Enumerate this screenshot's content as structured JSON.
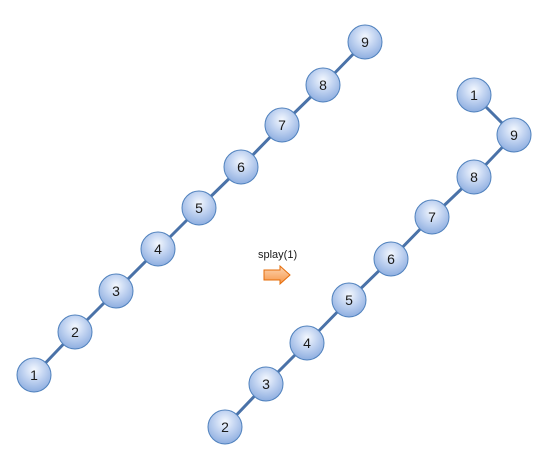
{
  "operation": {
    "label": "splay(1)",
    "arrow_color": "#f79646"
  },
  "colors": {
    "node_fill_light": "#e9f0fb",
    "node_fill_dark": "#8eaee0",
    "node_stroke": "#4f81bd",
    "edge": "#4a72a8"
  },
  "trees": [
    {
      "name": "before",
      "nodes": [
        {
          "id": "b9",
          "label": "9"
        },
        {
          "id": "b8",
          "label": "8"
        },
        {
          "id": "b7",
          "label": "7"
        },
        {
          "id": "b6",
          "label": "6"
        },
        {
          "id": "b5",
          "label": "5"
        },
        {
          "id": "b4",
          "label": "4"
        },
        {
          "id": "b3",
          "label": "3"
        },
        {
          "id": "b2",
          "label": "2"
        },
        {
          "id": "b1",
          "label": "1"
        }
      ],
      "edges": [
        [
          "b9",
          "b8"
        ],
        [
          "b8",
          "b7"
        ],
        [
          "b7",
          "b6"
        ],
        [
          "b6",
          "b5"
        ],
        [
          "b5",
          "b4"
        ],
        [
          "b4",
          "b3"
        ],
        [
          "b3",
          "b2"
        ],
        [
          "b2",
          "b1"
        ]
      ]
    },
    {
      "name": "after",
      "nodes": [
        {
          "id": "a1",
          "label": "1"
        },
        {
          "id": "a9",
          "label": "9"
        },
        {
          "id": "a8",
          "label": "8"
        },
        {
          "id": "a7",
          "label": "7"
        },
        {
          "id": "a6",
          "label": "6"
        },
        {
          "id": "a5",
          "label": "5"
        },
        {
          "id": "a4",
          "label": "4"
        },
        {
          "id": "a3",
          "label": "3"
        },
        {
          "id": "a2",
          "label": "2"
        }
      ],
      "edges": [
        [
          "a1",
          "a9"
        ],
        [
          "a9",
          "a8"
        ],
        [
          "a8",
          "a7"
        ],
        [
          "a7",
          "a6"
        ],
        [
          "a6",
          "a5"
        ],
        [
          "a5",
          "a4"
        ],
        [
          "a4",
          "a3"
        ],
        [
          "a3",
          "a2"
        ]
      ]
    }
  ]
}
